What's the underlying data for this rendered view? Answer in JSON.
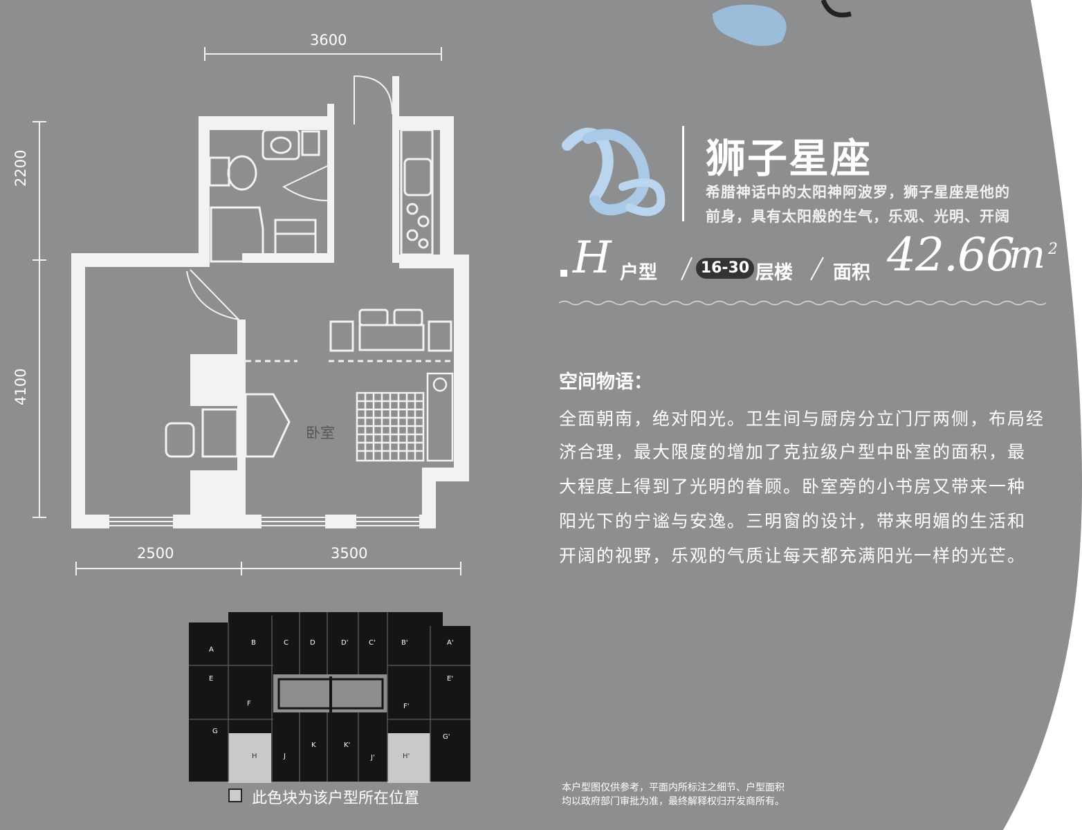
{
  "colors": {
    "panel_background": "#8d8e90",
    "page_background": "#ffffff",
    "wall": "#f2f2f4",
    "floor": "#8d8e90",
    "keyplan_unit": "#151515",
    "keyplan_highlight": "#c9c9c9",
    "text": "#ffffff"
  },
  "header": {
    "sign_name": "狮子星座",
    "intro_lines": [
      "希腊神话中的太阳神阿波罗，狮子星座是他的",
      "前身，具有太阳般的生气，乐观、光明、开阔"
    ],
    "zodiac_icon": "leo-zodiac-symbol"
  },
  "unit": {
    "letter": "H",
    "type_suffix": "户型",
    "floor_range": "16-30",
    "floor_suffix": "层楼",
    "area_label": "面积",
    "area_value": "42.66",
    "area_unit": "m",
    "area_unit_sup": "2"
  },
  "story": {
    "heading": "空间物语：",
    "lines": [
      "全面朝南，绝对阳光。卫生间与厨房分立门厅两侧，布局经",
      "济合理，最大限度的增加了克拉级户型中卧室的面积，最",
      "大程度上得到了光明的眷顾。卧室旁的小书房又带来一种",
      "阳光下的宁谧与安逸。三明窗的设计，带来明媚的生活和",
      "开阔的视野，乐观的气质让每天都充满阳光一样的光芒。"
    ]
  },
  "floorplan": {
    "dimensions": {
      "top": "3600",
      "left_top": "2200",
      "left_bottom": "4100",
      "bottom_left": "2500",
      "bottom_right": "3500"
    },
    "rooms": {
      "bedroom": "卧室"
    }
  },
  "keyplan": {
    "unit_labels": [
      "A",
      "B",
      "C",
      "D",
      "D'",
      "C'",
      "B'",
      "A'",
      "E",
      "E'",
      "F",
      "F'",
      "G",
      "G'",
      "H",
      "J",
      "K",
      "K'",
      "J'",
      "H'"
    ],
    "highlighted_units": [
      "H",
      "H'"
    ],
    "legend": "此色块为该户型所在位置"
  },
  "disclaimer": [
    "本户型图仅供参考，平面内所标注之细节、户型面积",
    "均以政府部门审批为准，最终解释权归开发商所有。"
  ]
}
